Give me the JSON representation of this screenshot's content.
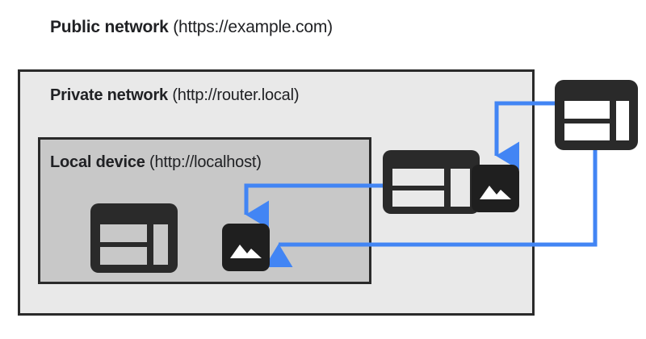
{
  "diagram": {
    "title": "Private Network Access diagram",
    "colors": {
      "arrow": "#4285F4",
      "icon_dark": "#2a2a2a",
      "icon_dark_deep": "#1f1f1f",
      "box_border": "#2a2a2a",
      "private_fill": "#e9e9e9",
      "local_fill": "#c8c8c8",
      "page_background": "#ffffff",
      "text": "#202124"
    },
    "labels": {
      "public": {
        "name": "Public network",
        "url": "(https://example.com)"
      },
      "private": {
        "name": "Private network",
        "url": "(http://router.local)"
      },
      "local": {
        "name": "Local device",
        "url": "(http://localhost)"
      }
    },
    "nodes": [
      {
        "id": "browser-local",
        "type": "browser-window-icon",
        "zone": "Local device",
        "description": "browser window inside local device"
      },
      {
        "id": "image-local",
        "type": "image-icon",
        "zone": "Local device",
        "description": "image resource on local device"
      },
      {
        "id": "browser-mid",
        "type": "browser-window-icon",
        "zone": "Private network",
        "description": "browser window on private network"
      },
      {
        "id": "image-mid",
        "type": "image-icon",
        "zone": "Private network",
        "description": "image resource on private network"
      },
      {
        "id": "browser-remote",
        "type": "browser-window-icon",
        "zone": "Public network",
        "description": "browser window on public network"
      }
    ],
    "connections": [
      {
        "from": "browser-mid",
        "to": "image-local",
        "direction": "private network browser requests local device image"
      },
      {
        "from": "browser-remote",
        "to": "image-mid",
        "direction": "public network browser requests private network image"
      },
      {
        "from": "browser-remote",
        "to": "image-local",
        "direction": "public network browser requests local device image"
      }
    ]
  }
}
